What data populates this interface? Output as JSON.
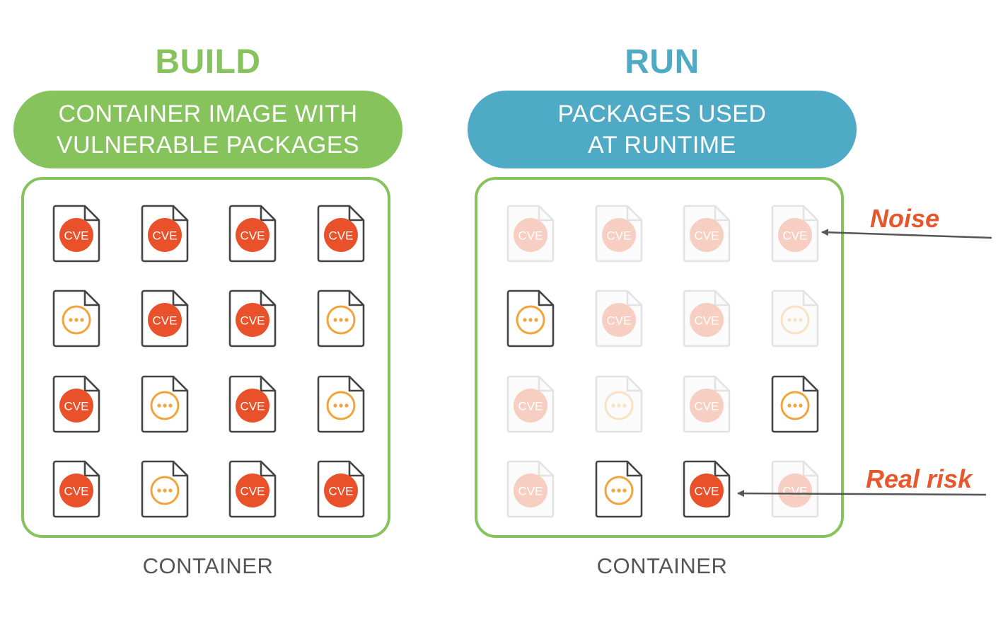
{
  "build": {
    "title": "BUILD",
    "pill_lines": [
      "CONTAINER IMAGE WITH",
      "VULNERABLE PACKAGES"
    ],
    "container_label": "CONTAINER",
    "grid": [
      [
        "cve",
        "cve",
        "cve",
        "cve"
      ],
      [
        "dots",
        "cve",
        "cve",
        "dots"
      ],
      [
        "cve",
        "dots",
        "cve",
        "dots"
      ],
      [
        "cve",
        "dots",
        "cve",
        "cve"
      ]
    ],
    "faded": [
      [
        false,
        false,
        false,
        false
      ],
      [
        false,
        false,
        false,
        false
      ],
      [
        false,
        false,
        false,
        false
      ],
      [
        false,
        false,
        false,
        false
      ]
    ]
  },
  "run": {
    "title": "RUN",
    "pill_lines": [
      "PACKAGES USED",
      "AT RUNTIME"
    ],
    "container_label": "CONTAINER",
    "grid": [
      [
        "cve",
        "cve",
        "cve",
        "cve"
      ],
      [
        "dots",
        "cve",
        "cve",
        "dots"
      ],
      [
        "cve",
        "dots",
        "cve",
        "dots"
      ],
      [
        "cve",
        "dots",
        "cve",
        "cve"
      ]
    ],
    "faded": [
      [
        true,
        true,
        true,
        true
      ],
      [
        false,
        true,
        true,
        true
      ],
      [
        true,
        true,
        true,
        false
      ],
      [
        true,
        false,
        false,
        true
      ]
    ]
  },
  "icon_text": "CVE",
  "annotations": {
    "noise": "Noise",
    "real_risk": "Real risk"
  },
  "colors": {
    "build_green": "#86c35d",
    "run_blue": "#4faac6",
    "cve_red": "#e8512a",
    "dots_orange": "#f2a43a",
    "file_outline": "#444444",
    "annotation_red": "#e8572b"
  }
}
